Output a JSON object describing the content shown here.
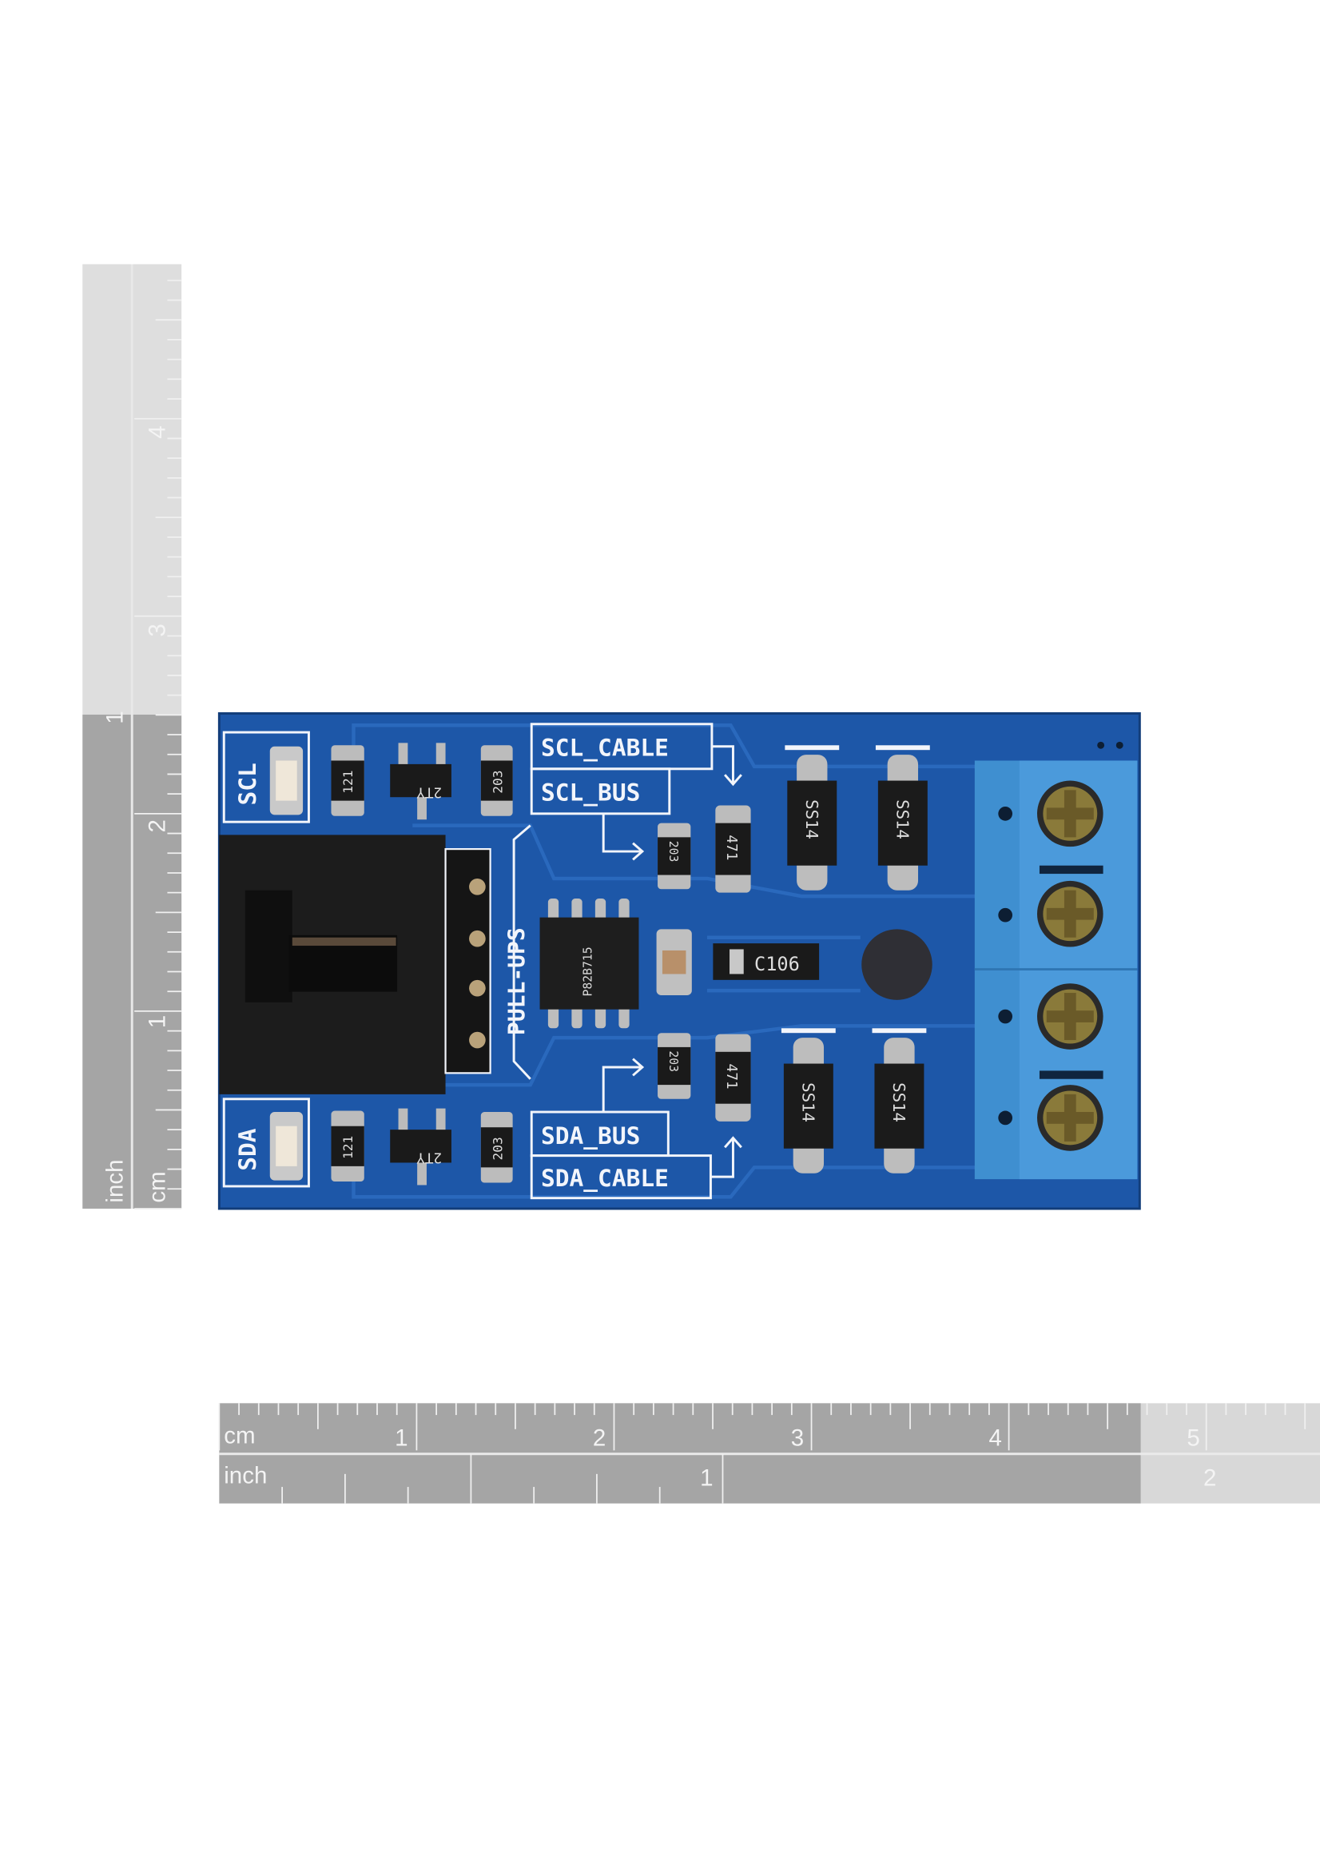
{
  "rulers": {
    "vertical": {
      "unit_cm": "cm",
      "unit_inch": "inch",
      "cm_numbers": [
        "1",
        "2",
        "3",
        "4"
      ],
      "inch_numbers": [
        "1"
      ]
    },
    "horizontal": {
      "unit_cm": "cm",
      "unit_inch": "inch",
      "cm_numbers": [
        "1",
        "2",
        "3",
        "4",
        "5"
      ],
      "inch_numbers": [
        "1",
        "2"
      ]
    }
  },
  "board": {
    "colors": {
      "pcb": "#1d57a8",
      "terminal": "#3f8fd0",
      "connector": "#1c1c1c"
    },
    "silkscreen": {
      "scl": "SCL",
      "sda": "SDA",
      "scl_cable": "SCL_CABLE",
      "scl_bus": "SCL_BUS",
      "sda_bus": "SDA_BUS",
      "sda_cable": "SDA_CABLE",
      "pull_ups": "PULL-UPS",
      "cap": "C106"
    },
    "markings": {
      "r121": "121",
      "r203": "203",
      "r471": "471",
      "transistor": "2TY",
      "diode": "SS14",
      "ic": "P82B715"
    }
  }
}
